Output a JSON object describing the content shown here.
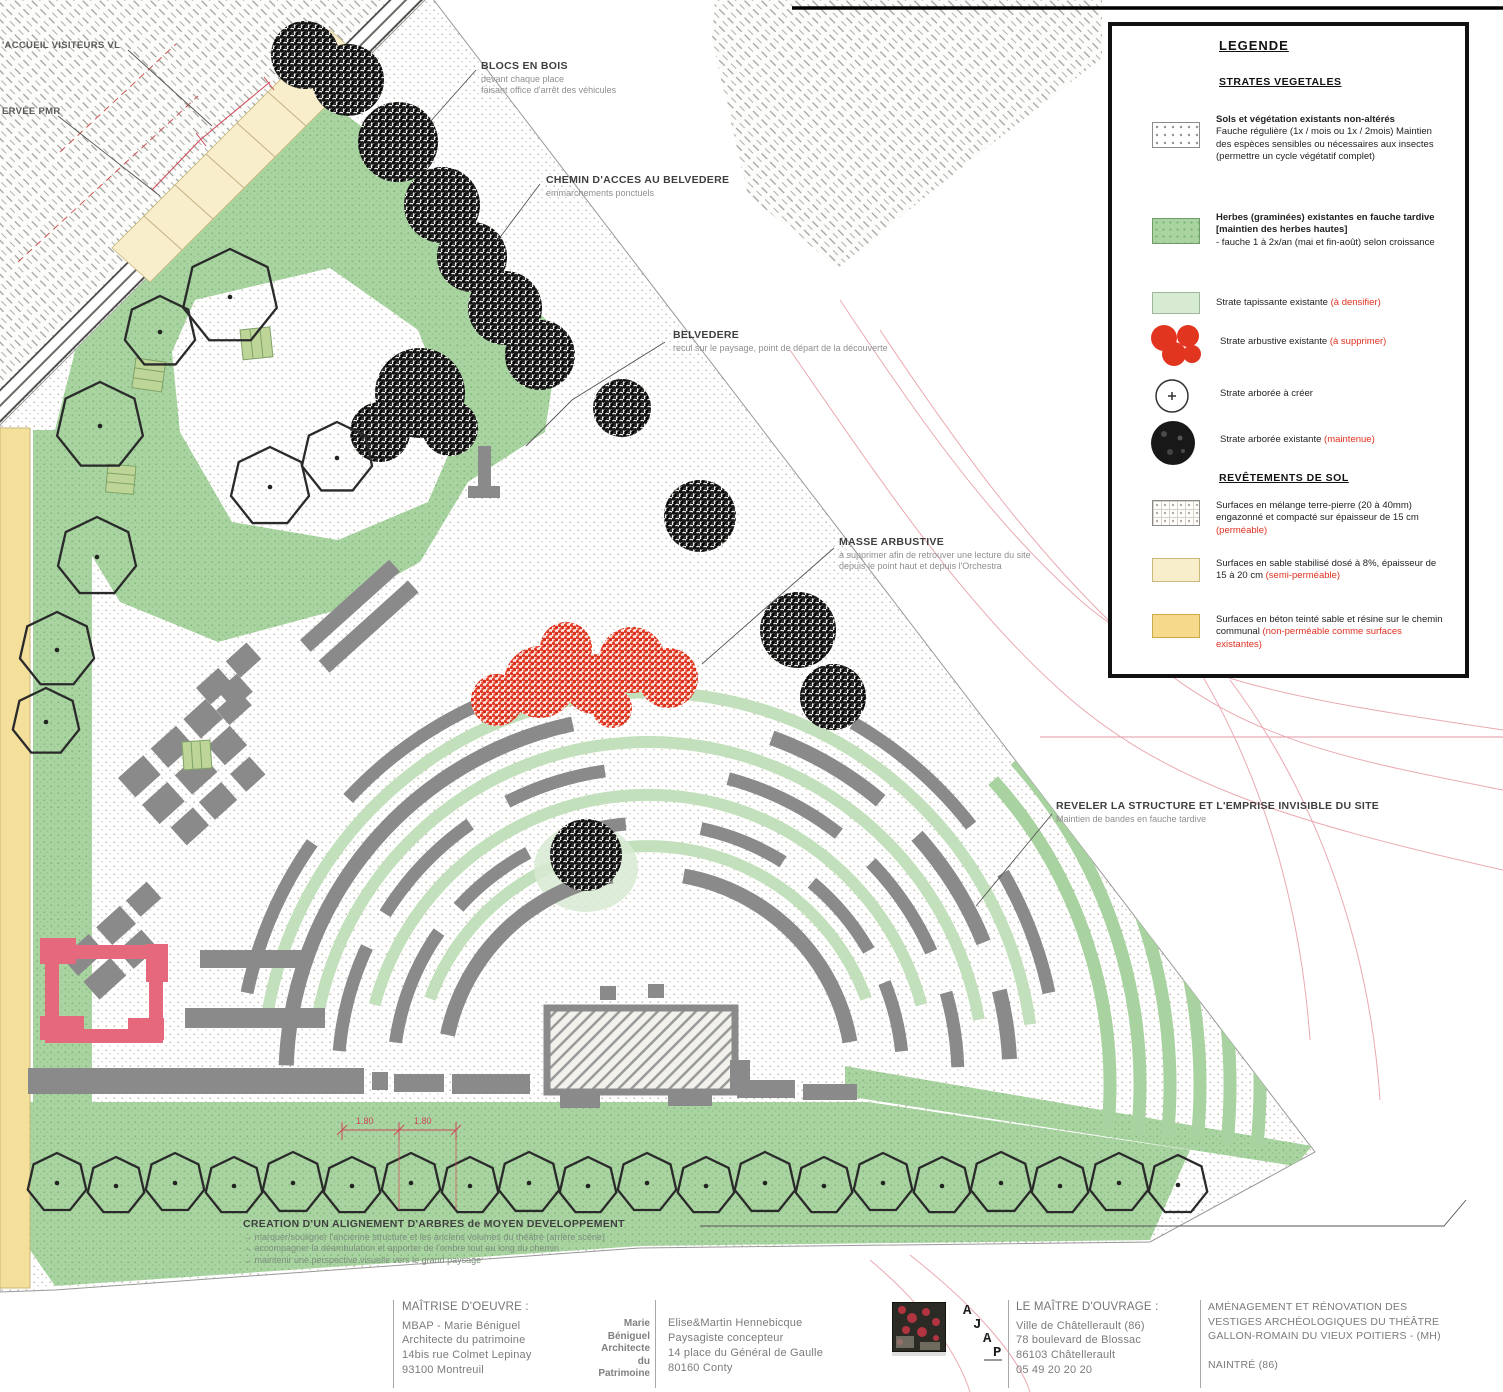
{
  "ann": {
    "accueil": {
      "title": "'ACCUEIL VISITEURS VL"
    },
    "pmr": {
      "title": "ERVÉE PMR"
    },
    "blocs": {
      "title": "BLOCS EN BOIS",
      "l1": "devant chaque place",
      "l2": "faisant office d'arrêt des véhicules"
    },
    "chemin": {
      "title": "CHEMIN D'ACCES AU BELVEDERE",
      "l1": "emmarchements ponctuels"
    },
    "belvedere": {
      "title": "BELVEDERE",
      "l1": "recul sur le paysage, point de départ de la découverte"
    },
    "masse": {
      "title": "MASSE ARBUSTIVE",
      "l1": "à supprimer afin de retrouver une lecture du site",
      "l2": "depuis le point haut et depuis l'Orchestra"
    },
    "reveler": {
      "title": "REVELER LA STRUCTURE ET L'EMPRISE INVISIBLE DU SITE",
      "l1": "Maintien de bandes en fauche tardive"
    },
    "alignement": {
      "title": "CREATION D'UN ALIGNEMENT D'ARBRES de MOYEN DEVELOPPEMENT",
      "l1": "→ marquer/souligner l'ancienne structure et les anciens volumes du théâtre (arrière scène)",
      "l2": "→ accompagner la déambulation et apporter de l'ombre tout au long du chemin",
      "l3": "→ maintenir une perspective visuelle vers le grand paysage"
    }
  },
  "dims": {
    "a": "1.80",
    "b": "1.80"
  },
  "legend": {
    "title": "LEGENDE",
    "section1": "STRATES VEGETALES",
    "items": [
      {
        "bold": "Sols et végétation existants non-altérés",
        "text": "Fauche régulière (1x / mois ou 1x / 2mois) Maintien des espèces sensibles ou nécessaires aux insectes (permettre un cycle végétatif complet)",
        "red": ""
      },
      {
        "bold": "Herbes (graminées) existantes en fauche tardive [maintien des herbes hautes]",
        "text": "- fauche 1 à 2x/an (mai et fin-août) selon croissance",
        "red": ""
      },
      {
        "text": "Strate tapissante existante",
        "red": "(à densifier)"
      },
      {
        "text": "Strate arbustive existante",
        "red": "(à supprimer)"
      },
      {
        "text": "Strate arborée à créer",
        "red": ""
      },
      {
        "text": "Strate arborée existante",
        "red": "(maintenue)"
      }
    ],
    "section2": "REVÊTEMENTS DE SOL",
    "items2": [
      {
        "text": "Surfaces en mélange terre-pierre (20 à 40mm) engazonné et compacté sur épaisseur de 15 cm",
        "red": "(perméable)"
      },
      {
        "text": "Surfaces en sable stabilisé dosé à 8%, épaisseur de 15 à 20 cm",
        "red": "(semi-perméable)"
      },
      {
        "text": "Surfaces en béton teinté sable et résine sur le chemin communal",
        "red": "(non-perméable comme surfaces existantes)"
      }
    ]
  },
  "titleblock": {
    "moe_label": "MAÎTRISE D'OEUVRE :",
    "moe_lines": [
      "MBAP - Marie Béniguel",
      "Architecte du patrimoine",
      "14bis rue Colmet Lepinay",
      "93100 Montreuil"
    ],
    "stamp_lines": [
      "Marie",
      "Béniguel",
      "Architecte",
      "du",
      "Patrimoine"
    ],
    "paysagiste_lines": [
      "Elise&Martin Hennebicque",
      "Paysagiste concepteur",
      "14 place du Général de Gaulle",
      "80160 Conty"
    ],
    "moa_label": "LE MAÎTRE D'OUVRAGE :",
    "moa_lines": [
      "Ville de Châtellerault (86)",
      "78 boulevard de Blossac",
      "86103 Châtellerault",
      "05 49 20 20 20"
    ],
    "project_lines": [
      "AMÉNAGEMENT ET RÉNOVATION DES",
      "VESTIGES ARCHÉOLOGIQUES DU THÉÂTRE",
      "GALLON-ROMAIN DU VIEUX POITIERS - (MH)"
    ],
    "city": "NAINTRÉ (86)",
    "ajap": [
      "A",
      "J",
      "A",
      "P"
    ]
  },
  "colors": {
    "lawn_green": "#a9d4a1",
    "light_green": "#d7ead2",
    "wall_gray": "#8a8a8a",
    "building_pink": "#e5687c",
    "shrub_red": "#e23520",
    "concrete_yellow": "#f6d98a",
    "sand_cream": "#f8eecb",
    "contour_pink": "#eaa9b0",
    "note_red": "#e03020"
  }
}
